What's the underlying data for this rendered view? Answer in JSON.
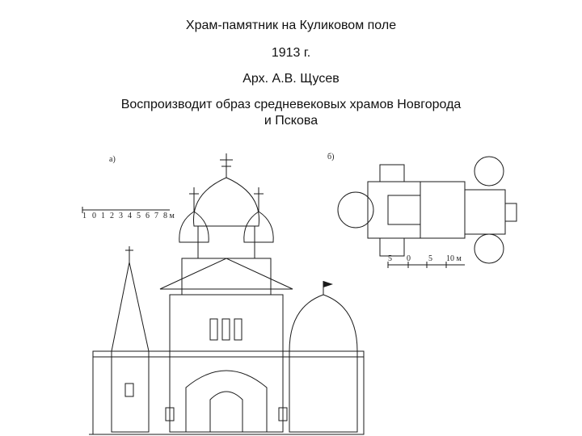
{
  "slide": {
    "line1": "Храм-памятник на Куликовом поле",
    "line2": "1913 г.",
    "line3": "Арх. А.В. Щусев",
    "line4": "Воспроизводит образ средневековых храмов Новгорода",
    "line5": "и Пскова"
  },
  "drawing": {
    "label_a": "а)",
    "label_b": "б)",
    "facade_scale": [
      "1",
      "0",
      "1",
      "2",
      "3",
      "4",
      "5",
      "6",
      "7",
      "8 м"
    ],
    "plan_scale": [
      "5",
      "0",
      "5",
      "10 м"
    ]
  }
}
